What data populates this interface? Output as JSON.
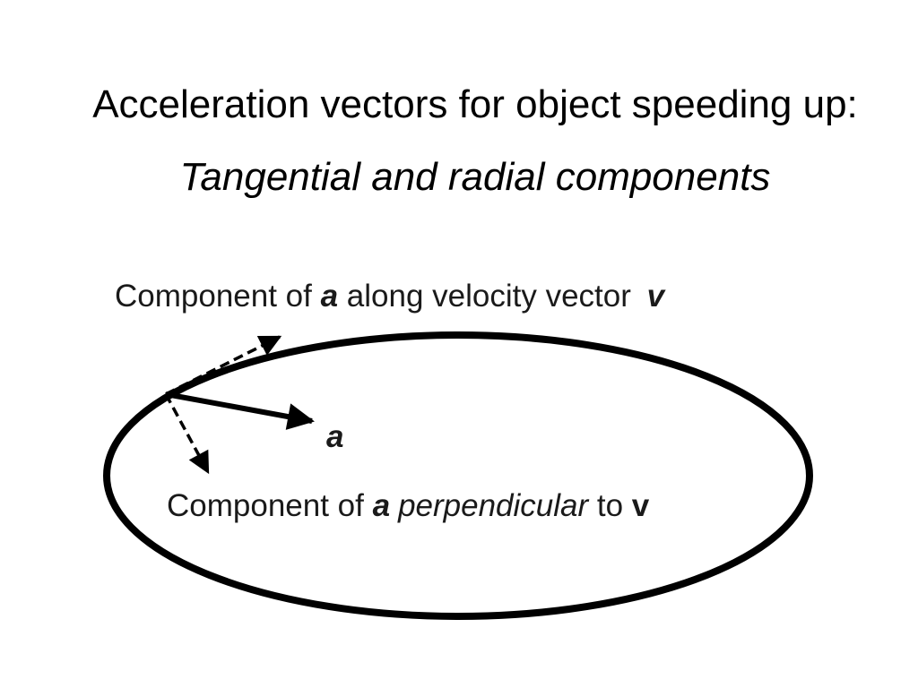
{
  "slide": {
    "title": "Acceleration vectors for object speeding up:",
    "subtitle": "Tangential and radial components"
  },
  "diagram": {
    "tangential_label": {
      "prefix": "Component of ",
      "symbol_a": "a",
      "middle": " along velocity vector ",
      "symbol_v": "v"
    },
    "acceleration_label": "a",
    "perpendicular_label": {
      "prefix": "Component of ",
      "symbol_a": "a",
      "word": "perpendicular",
      "to": " to ",
      "symbol_v": "v"
    }
  }
}
